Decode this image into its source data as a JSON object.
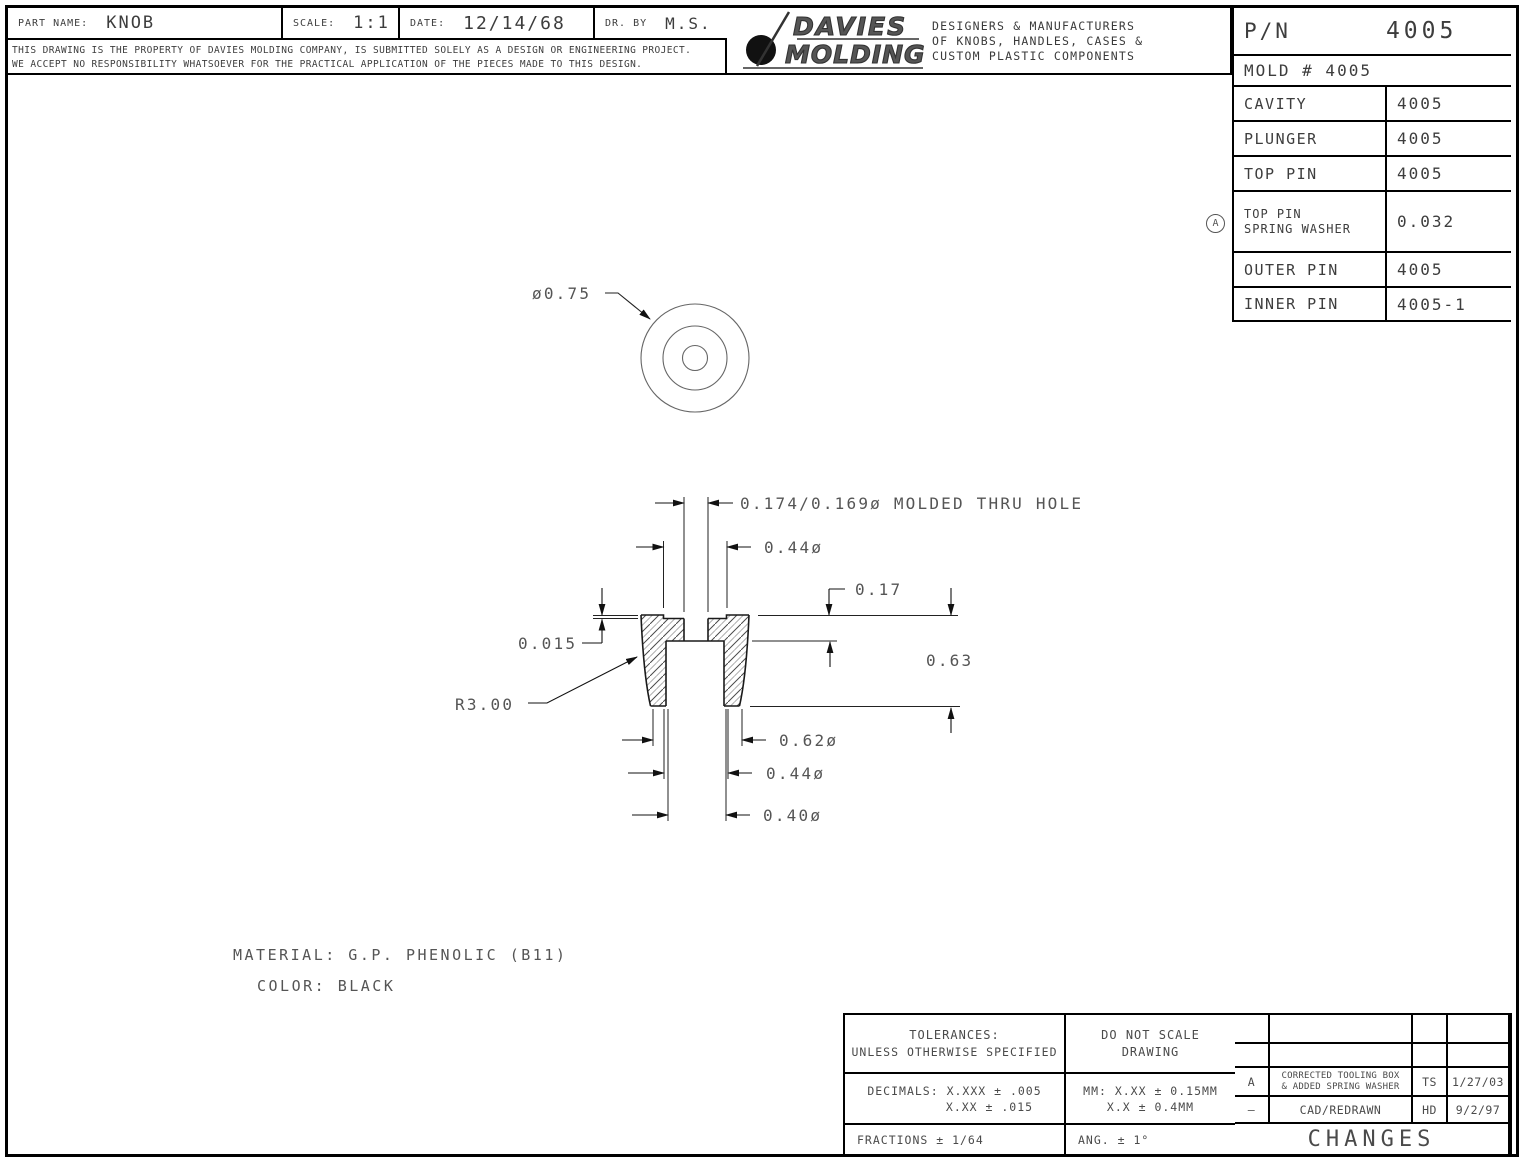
{
  "header": {
    "fields": [
      {
        "label": "PART NAME:",
        "value": "KNOB"
      },
      {
        "label": "SCALE:",
        "value": "1:1"
      },
      {
        "label": "DATE:",
        "value": "12/14/68"
      },
      {
        "label": "DR. BY",
        "value": "M.S."
      }
    ],
    "disclaimer_line1": "THIS DRAWING IS THE PROPERTY OF DAVIES MOLDING COMPANY, IS SUBMITTED SOLELY AS A DESIGN OR ENGINEERING PROJECT.",
    "disclaimer_line2": "WE ACCEPT NO RESPONSIBILITY WHATSOEVER FOR THE PRACTICAL APPLICATION OF THE PIECES MADE TO THIS DESIGN."
  },
  "logo": {
    "name_line1": "DAVIES",
    "name_line2": "MOLDING",
    "tagline1": "DESIGNERS & MANUFACTURERS",
    "tagline2": "OF KNOBS, HANDLES, CASES &",
    "tagline3": "CUSTOM PLASTIC COMPONENTS"
  },
  "pn_table": {
    "pn_label": "P/N",
    "pn_value": "4005",
    "mold": "MOLD # 4005",
    "rows": [
      {
        "label": "CAVITY",
        "value": "4005"
      },
      {
        "label": "PLUNGER",
        "value": "4005"
      },
      {
        "label": "TOP PIN",
        "value": "4005"
      },
      {
        "label": "TOP PIN",
        "label2": "SPRING WASHER",
        "value": "0.032"
      },
      {
        "label": "OUTER PIN",
        "value": "4005"
      },
      {
        "label": "INNER PIN",
        "value": "4005-1"
      }
    ],
    "revision_marker": "A"
  },
  "drawing": {
    "dims": {
      "top_view_dia": "ø0.75",
      "thru_hole": "0.174/0.169ø MOLDED THRU HOLE",
      "top_recess_dia": "0.44ø",
      "top_wall": "0.17",
      "recess_depth": "0.015",
      "height": "0.63",
      "side_radius": "R3.00",
      "bottom_outer_dia": "0.62ø",
      "cavity_dia": "0.44ø",
      "cavity_opening_dia": "0.40ø"
    },
    "notes": {
      "material": "MATERIAL: G.P. PHENOLIC (B11)",
      "color": "COLOR: BLACK"
    }
  },
  "tolerances": {
    "title": "TOLERANCES:",
    "subtitle": "UNLESS OTHERWISE SPECIFIED",
    "do_not_scale_1": "DO NOT SCALE",
    "do_not_scale_2": "DRAWING",
    "decimals_line1": "DECIMALS:   X.XXX ± .005",
    "decimals_line2": "X.XX  ± .015",
    "mm_line1": "MM: X.XX ± 0.15MM",
    "mm_line2": "X.X  ± 0.4MM",
    "fractions": "FRACTIONS ± 1/64",
    "angles": "ANG. ± 1°"
  },
  "changes": {
    "rows": [
      {
        "rev": "A",
        "desc1": "CORRECTED TOOLING BOX",
        "desc2": "& ADDED SPRING WASHER",
        "by": "TS",
        "date": "1/27/03"
      },
      {
        "rev": "–",
        "desc1": "CAD/REDRAWN",
        "desc2": "",
        "by": "HD",
        "date": "9/2/97"
      }
    ],
    "title": "CHANGES"
  }
}
